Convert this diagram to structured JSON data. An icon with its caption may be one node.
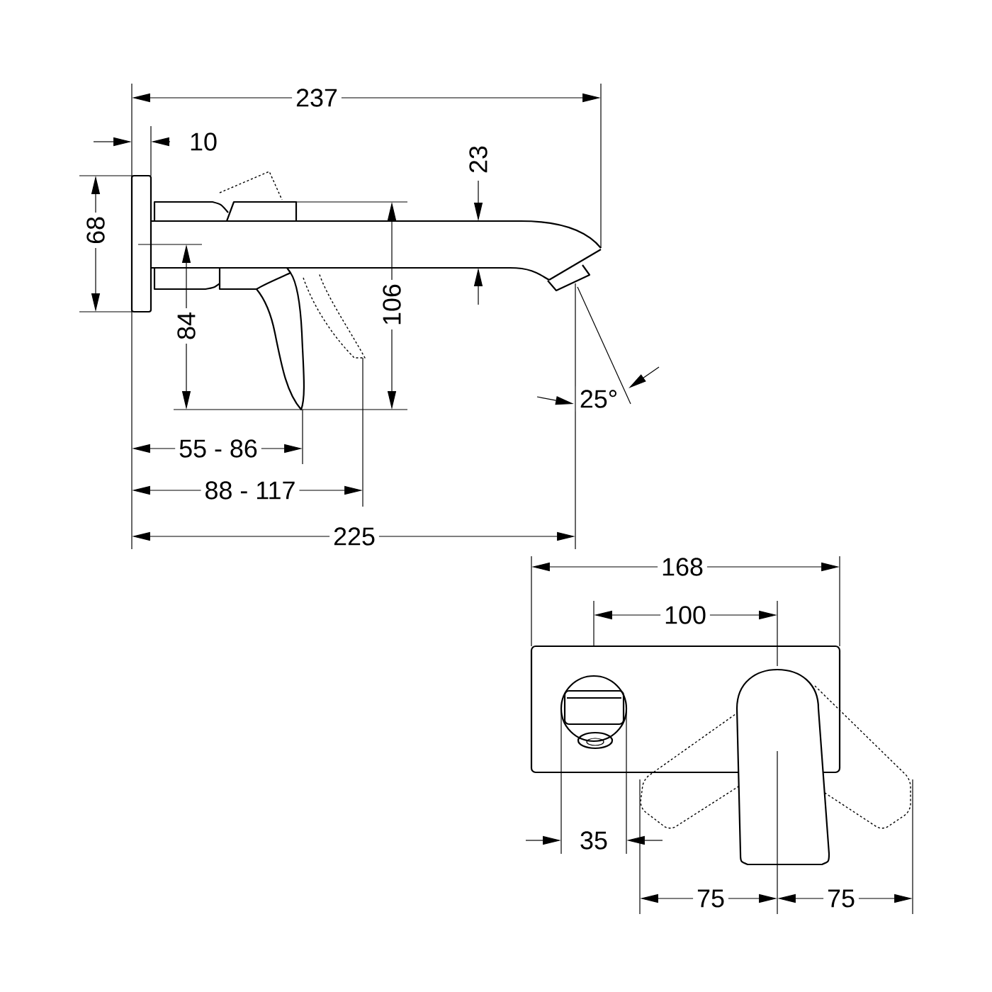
{
  "diagram": {
    "labels": [
      "237",
      "10",
      "23",
      "68",
      "106",
      "84",
      "25°",
      "55 - 86",
      "88 - 117",
      "225",
      "168",
      "100",
      "35",
      "75",
      "75"
    ]
  }
}
